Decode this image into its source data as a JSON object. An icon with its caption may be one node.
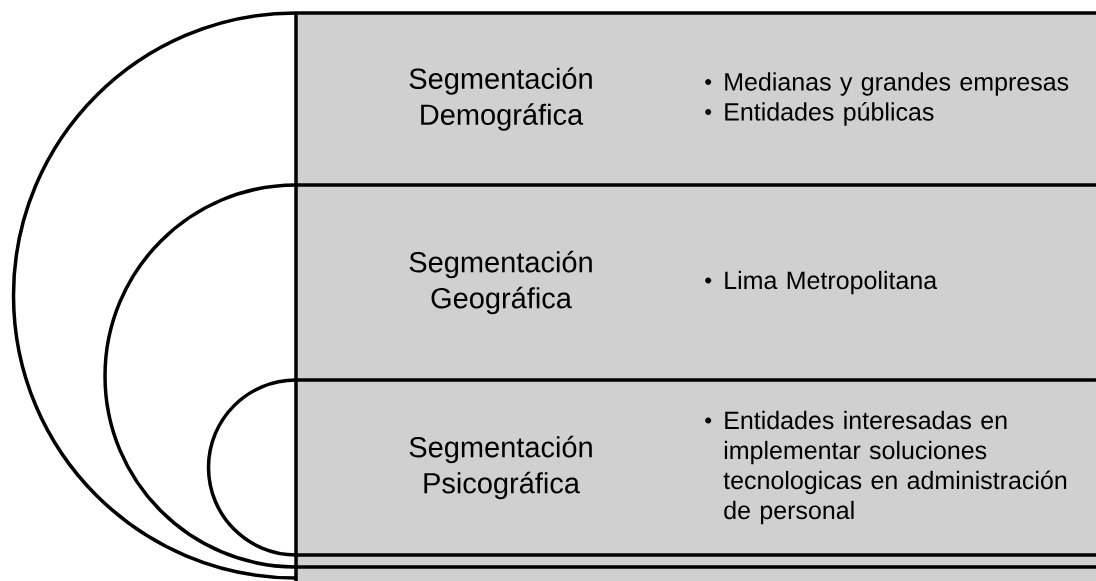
{
  "diagram": {
    "nodes": [
      {
        "text": [
          "Segmentación Demográfica",
          "Medianas y grandes empresas",
          "Entidades públicas"
        ]
      },
      {
        "text": [
          "Segmentación Geográfica",
          "Lima Metropolitana"
        ]
      },
      {
        "text": [
          "Segmentación Psicográfica",
          "Entidades interesadas en implementar soluciones tecnologicas en administración de personal"
        ]
      }
    ]
  }
}
